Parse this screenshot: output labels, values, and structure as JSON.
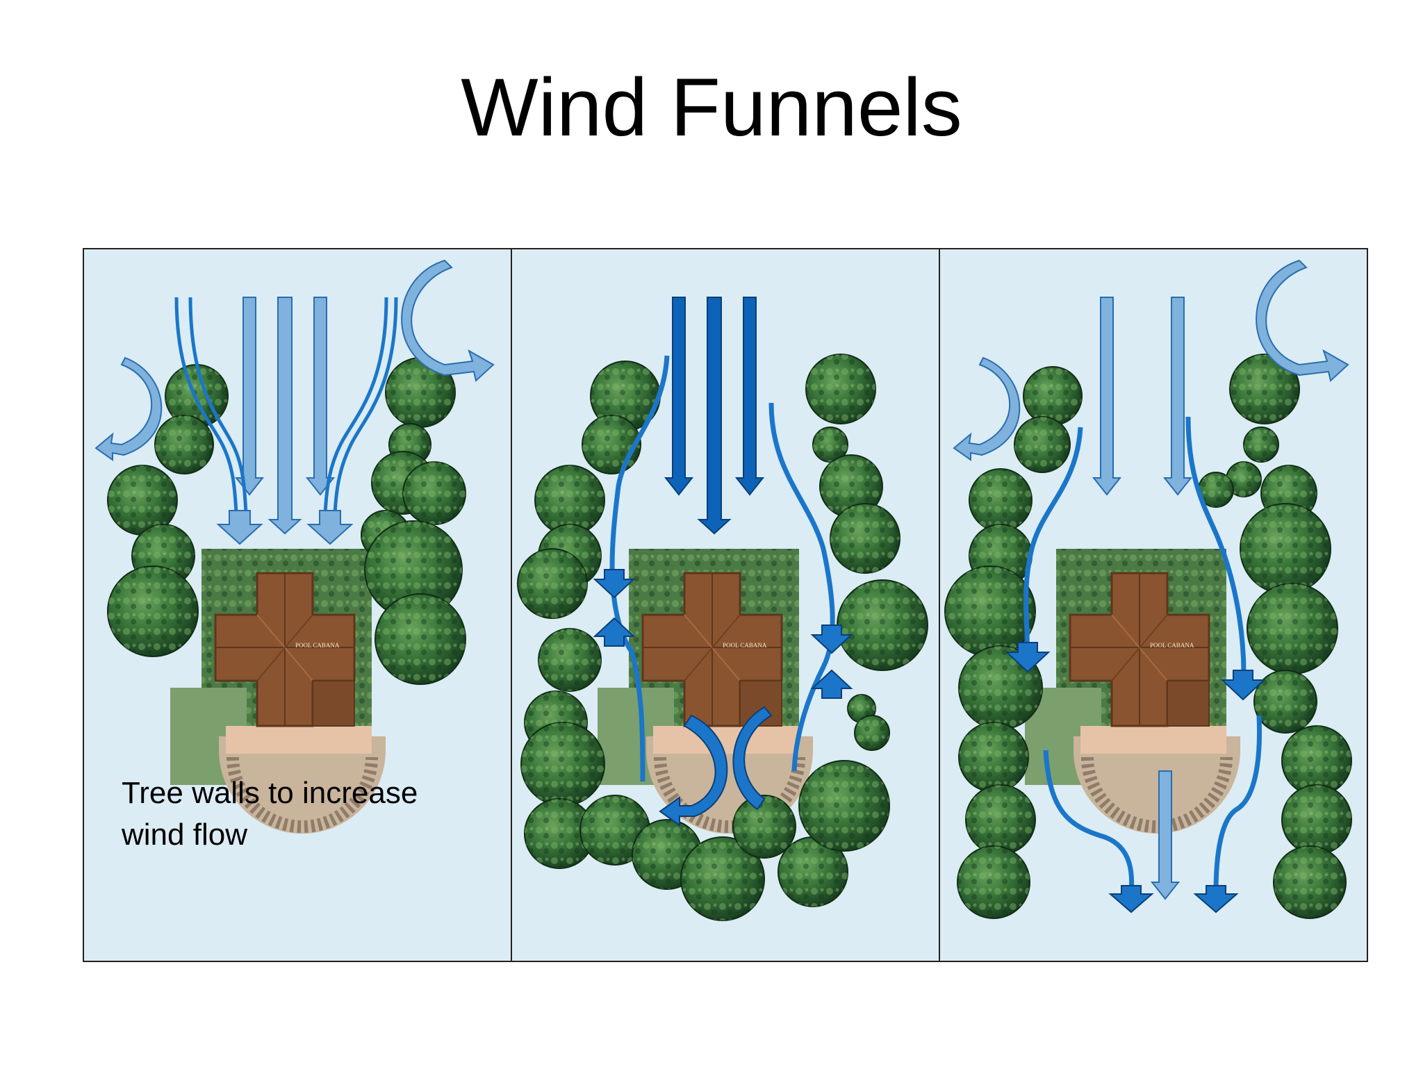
{
  "title": "Wind Funnels",
  "caption": "Tree walls to increase wind flow",
  "building_label": "POOL CABANA",
  "panel_background": "#dbecf4",
  "arrow_light": "#7fb2dc",
  "arrow_medium": "#1b76c9",
  "arrow_dark": "#0b63bd",
  "tree_color": "#2f6b34",
  "roof_color": "#8a5430",
  "icons": [
    "tree-icon",
    "building-icon",
    "wind-arrow-icon"
  ]
}
